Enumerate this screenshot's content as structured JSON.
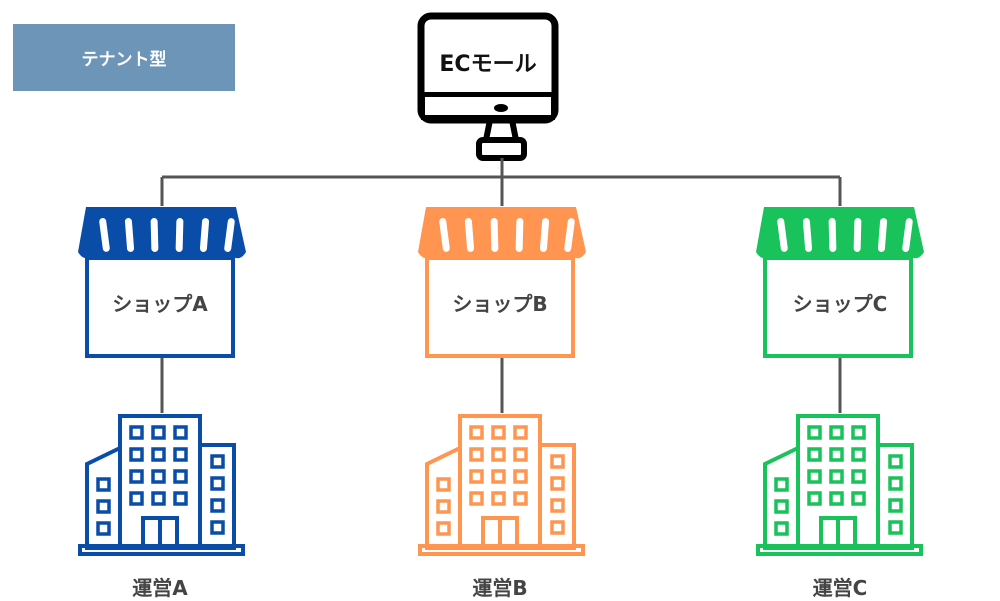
{
  "model_label": "テナント型",
  "mall": {
    "label": "ECモール",
    "icon": "monitor-icon"
  },
  "shops": [
    {
      "name": "ショップA",
      "operator": "運営A",
      "color": "#0a4da8"
    },
    {
      "name": "ショップB",
      "operator": "運営B",
      "color": "#ff9550"
    },
    {
      "name": "ショップC",
      "operator": "運営C",
      "color": "#19c25a"
    }
  ],
  "connector_color": "#555555"
}
